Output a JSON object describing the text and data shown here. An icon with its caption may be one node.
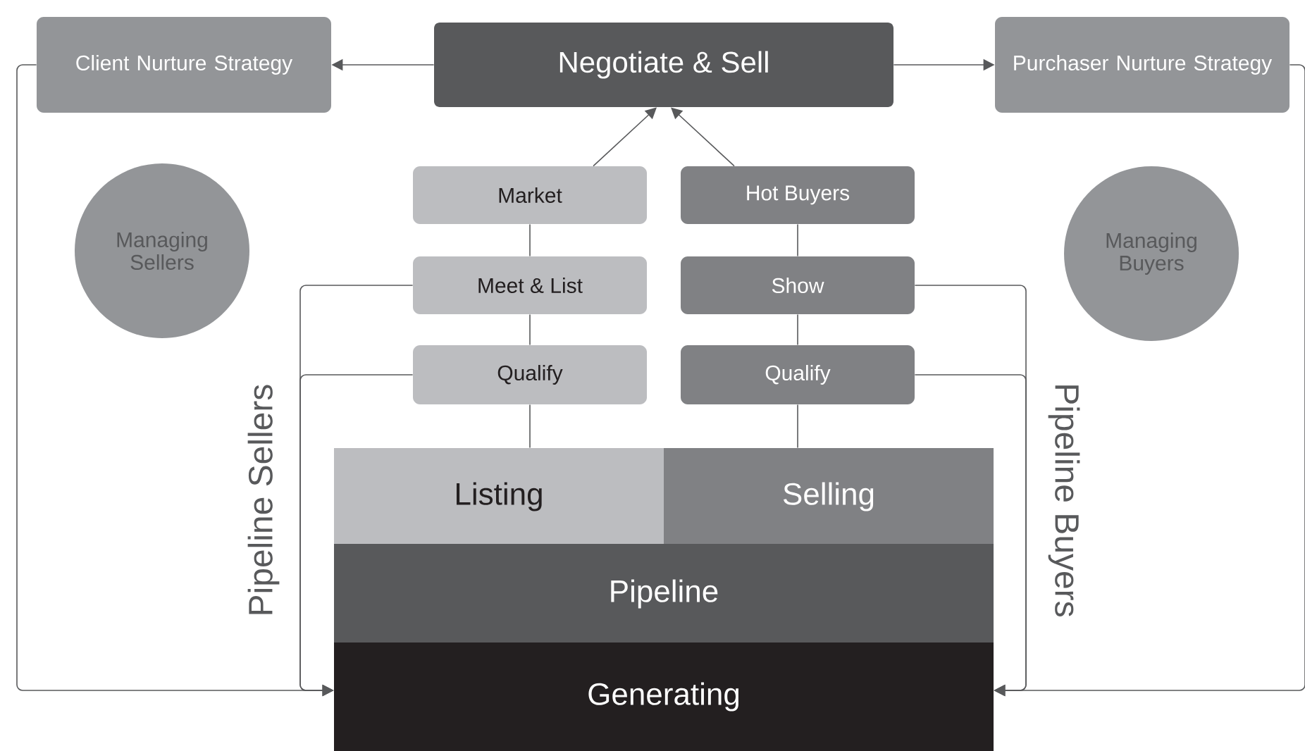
{
  "diagram": {
    "nodes": [
      {
        "text": [
          "Client Nurture Strategy"
        ]
      },
      {
        "text": [
          "Negotiate & Sell"
        ]
      },
      {
        "text": [
          "Purchaser Nurture Strategy"
        ]
      },
      {
        "text": [
          "Managing Sellers"
        ]
      },
      {
        "text": [
          "Market"
        ]
      },
      {
        "text": [
          "Hot Buyers"
        ]
      },
      {
        "text": [
          "Managing Buyers"
        ]
      },
      {
        "text": [
          "Meet & List"
        ]
      },
      {
        "text": [
          "Show"
        ]
      },
      {
        "text": [
          "Qualify"
        ]
      },
      {
        "text": [
          "Qualify"
        ]
      },
      {
        "text": [
          "Listing"
        ]
      },
      {
        "text": [
          "Selling"
        ]
      },
      {
        "text": [
          "Pipeline"
        ]
      },
      {
        "text": [
          "Generating"
        ]
      }
    ],
    "edges": [
      {
        "from": 1,
        "to": 0,
        "arrow": "to"
      },
      {
        "from": 1,
        "to": 2,
        "arrow": "to"
      },
      {
        "from": 4,
        "to": 1,
        "arrow": "to"
      },
      {
        "from": 5,
        "to": 1,
        "arrow": "to"
      },
      {
        "from": 4,
        "to": 7,
        "arrow": "none"
      },
      {
        "from": 7,
        "to": 9,
        "arrow": "none"
      },
      {
        "from": 9,
        "to": 11,
        "arrow": "none"
      },
      {
        "from": 5,
        "to": 8,
        "arrow": "none"
      },
      {
        "from": 8,
        "to": 10,
        "arrow": "none"
      },
      {
        "from": 10,
        "to": 12,
        "arrow": "none"
      },
      {
        "from": 0,
        "to": 14,
        "arrow": "to"
      },
      {
        "from": 7,
        "to": 14,
        "arrow": "to"
      },
      {
        "from": 9,
        "to": 14,
        "arrow": "to"
      },
      {
        "from": 2,
        "to": 14,
        "arrow": "to"
      },
      {
        "from": 8,
        "to": 14,
        "arrow": "to"
      },
      {
        "from": 10,
        "to": 14,
        "arrow": "to"
      }
    ],
    "labels": [
      "Pipeline Sellers",
      "Pipeline Buyers"
    ]
  }
}
